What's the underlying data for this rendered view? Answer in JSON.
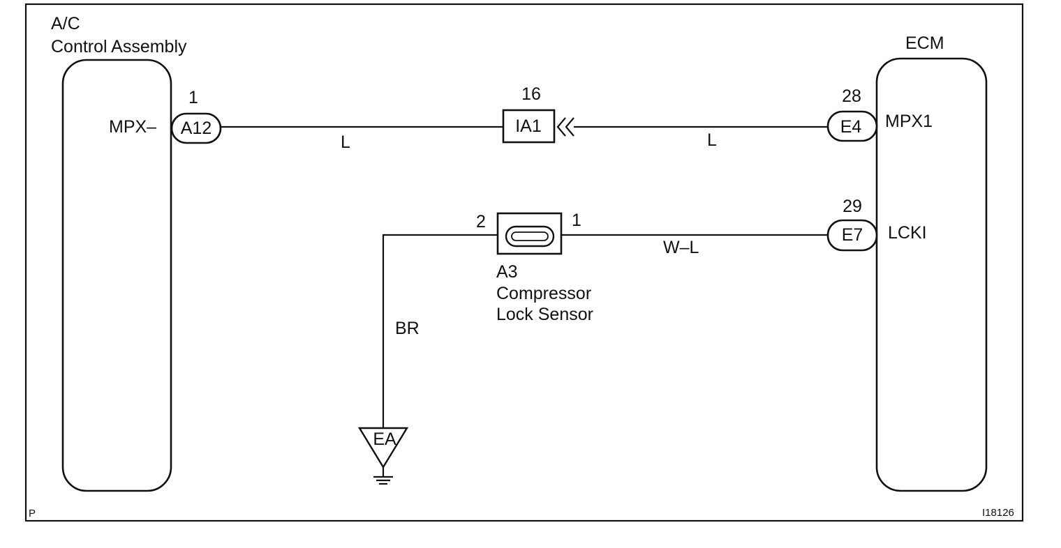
{
  "frame": {
    "corner_letter": "P",
    "figure_code": "I18126"
  },
  "ac_control": {
    "title_line1": "A/C",
    "title_line2": "Control Assembly",
    "pin_label": "MPX–"
  },
  "ecm": {
    "title": "ECM",
    "pin1_label": "MPX1",
    "pin2_label": "LCKI"
  },
  "connectors": {
    "a12": {
      "name": "A12",
      "pin": "1"
    },
    "ia1": {
      "name": "IA1",
      "pin": "16"
    },
    "e4": {
      "name": "E4",
      "pin": "28"
    },
    "e7": {
      "name": "E7",
      "pin": "29"
    }
  },
  "sensor": {
    "code": "A3",
    "name_line1": "Compressor",
    "name_line2": "Lock Sensor",
    "pin_left": "2",
    "pin_right": "1"
  },
  "wires": {
    "ac_to_ia1": "L",
    "ia1_to_e4": "L",
    "sensor_to_e7": "W–L",
    "sensor_to_ground": "BR"
  },
  "ground": {
    "label": "EA"
  }
}
